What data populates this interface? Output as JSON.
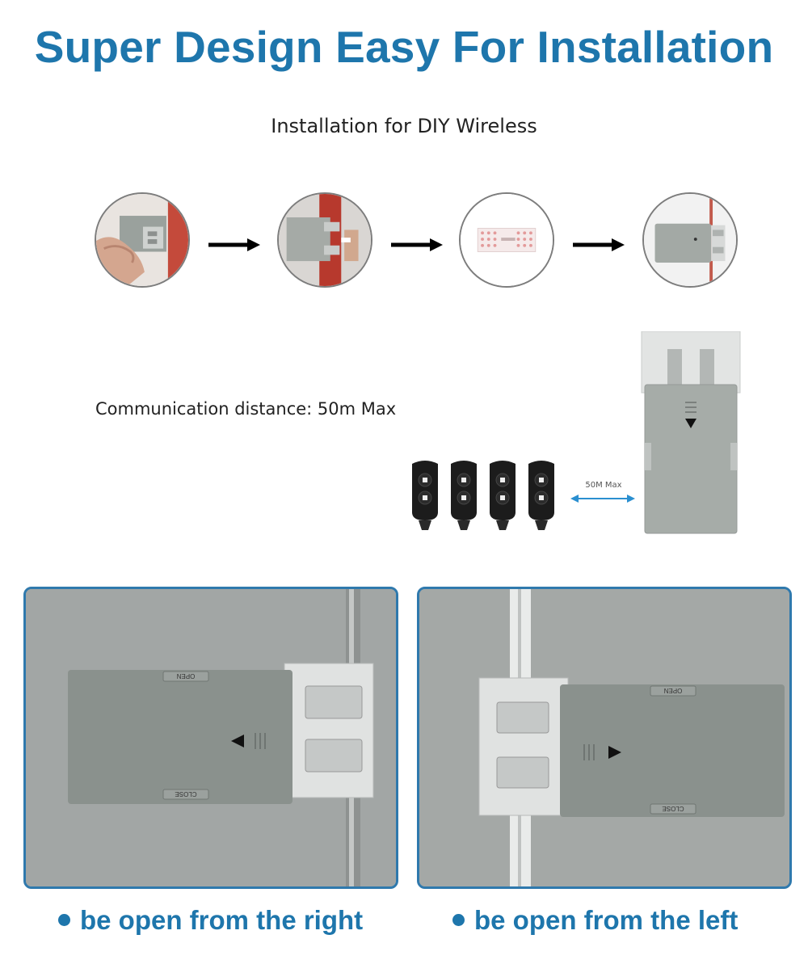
{
  "header": {
    "title": "Super Design Easy For Installation",
    "subtitle": "Installation for DIY Wireless"
  },
  "install_steps": [
    {
      "icon": "hand-holding-lock-icon"
    },
    {
      "icon": "lock-mounted-on-door-icon"
    },
    {
      "icon": "adhesive-tape-icon"
    },
    {
      "icon": "installed-lock-icon"
    }
  ],
  "communication": {
    "text": "Communication distance: 50m Max",
    "distance_label": "50M Max",
    "remote_count": 4
  },
  "lock_labels": {
    "open": "OPEN",
    "close": "CLOSE"
  },
  "captions": {
    "right": "be open from the right",
    "left": "be open from the left"
  },
  "colors": {
    "accent": "#1e76ac",
    "panel_border": "#2f79ad",
    "lock_body": "#8a918d",
    "remote": "#1c1c1c",
    "distance_arrow": "#2a8fd0"
  }
}
